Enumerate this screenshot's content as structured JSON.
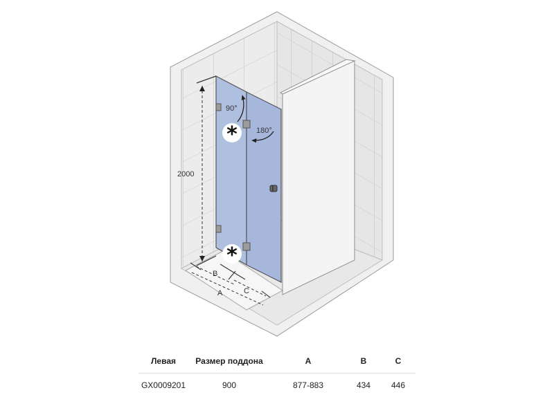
{
  "diagram": {
    "height_label": "2000",
    "angle_top": "90°",
    "angle_side": "180°",
    "dim_a": "A",
    "dim_b": "B",
    "dim_c": "C",
    "marker": "*"
  },
  "table": {
    "headers": [
      "Левая",
      "Размер поддона",
      "A",
      "B",
      "C"
    ],
    "rows": [
      [
        "GX0009201",
        "900",
        "877-883",
        "434",
        "446"
      ]
    ]
  }
}
